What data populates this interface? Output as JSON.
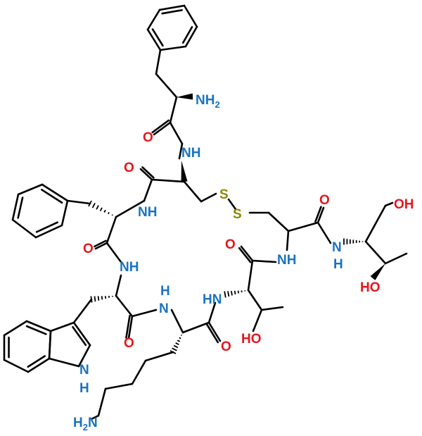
{
  "colors": {
    "bond": "#000000",
    "N": "#1a73c0",
    "O": "#e8151b",
    "S": "#8a8a00"
  },
  "labels": [
    {
      "id": "nh2-top",
      "text": "NH",
      "sub": "2",
      "element": "N"
    },
    {
      "id": "o-1",
      "text": "O",
      "element": "O"
    },
    {
      "id": "nh-1",
      "text": "NH",
      "element": "N"
    },
    {
      "id": "o-2",
      "text": "O",
      "element": "O"
    },
    {
      "id": "s-1",
      "text": "S",
      "element": "S"
    },
    {
      "id": "s-2",
      "text": "S",
      "element": "S"
    },
    {
      "id": "nh-2",
      "text": "NH",
      "element": "N"
    },
    {
      "id": "o-3",
      "text": "O",
      "element": "O"
    },
    {
      "id": "oh-top-right",
      "text": "OH",
      "element": "O"
    },
    {
      "id": "o-4",
      "text": "O",
      "element": "O"
    },
    {
      "id": "nh-3",
      "text": "NH",
      "element": "N"
    },
    {
      "id": "n-4",
      "text": "N",
      "element": "N"
    },
    {
      "id": "h-4",
      "text": "H",
      "element": "N"
    },
    {
      "id": "ho-right",
      "text": "HO",
      "element": "O"
    },
    {
      "id": "o-5",
      "text": "O",
      "element": "O"
    },
    {
      "id": "nh-5",
      "text": "NH",
      "element": "N"
    },
    {
      "id": "h-6",
      "text": "H",
      "element": "N"
    },
    {
      "id": "n-6",
      "text": "N",
      "element": "N"
    },
    {
      "id": "hn-7",
      "text": "HN",
      "element": "N"
    },
    {
      "id": "ho-thr",
      "text": "HO",
      "element": "O"
    },
    {
      "id": "o-6",
      "text": "O",
      "element": "O"
    },
    {
      "id": "o-7",
      "text": "O",
      "element": "O"
    },
    {
      "id": "n-indole",
      "text": "N",
      "element": "N"
    },
    {
      "id": "h-indole",
      "text": "H",
      "element": "N"
    },
    {
      "id": "h2n-lys",
      "text": "H",
      "sub": "2",
      "tail": "N",
      "element": "N"
    }
  ]
}
